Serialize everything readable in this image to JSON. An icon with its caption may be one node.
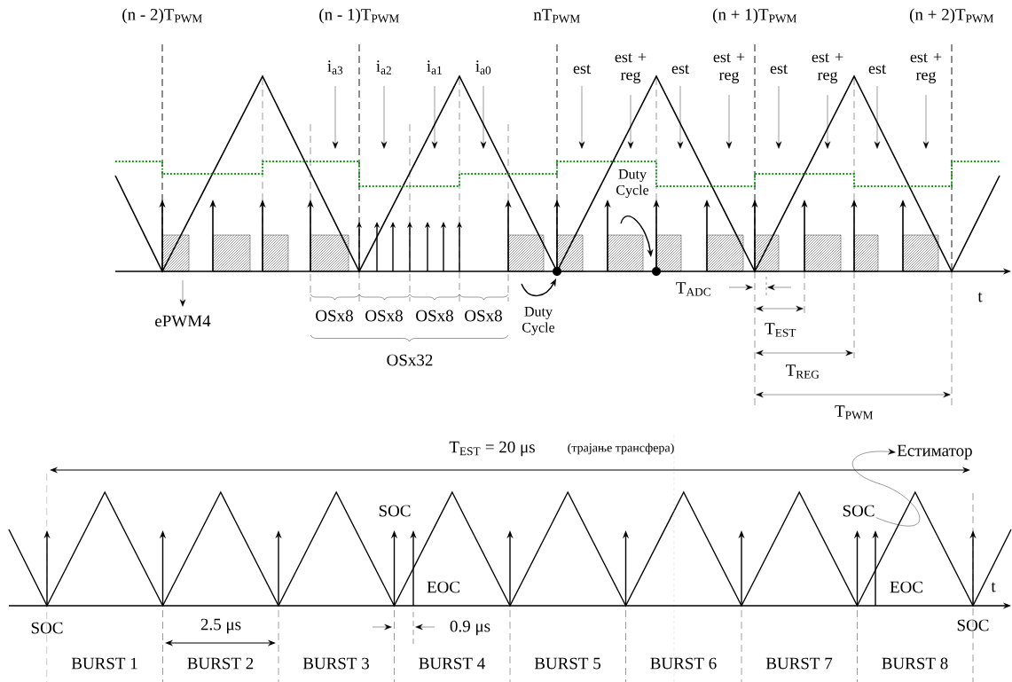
{
  "diagram": {
    "nodes": [
      {
        "text": [
          "Естиматор"
        ]
      },
      {
        "text": [
          "SOC"
        ]
      }
    ],
    "edges": [
      {
        "from": 1,
        "to": 0,
        "arrow": "to"
      }
    ],
    "labels": [
      "(n - 2)T$_{PWM}$",
      "(n - 1)T$_{PWM}$",
      "nT$_{PWM}$",
      "(n + 1)T$_{PWM}$",
      "(n + 2)T$_{PWM}$",
      "i$_{a3}$",
      "i$_{a2}$",
      "i$_{a1}$",
      "i$_{a0}$",
      "est",
      "est + reg",
      "est",
      "est + reg",
      "est",
      "est + reg",
      "est",
      "est + reg",
      "Duty Cycle",
      "ePWM4",
      "OSx8",
      "OSx8",
      "OSx8",
      "OSx8",
      "OSx32",
      "Duty Cycle",
      "T$_{ADC}$",
      "t",
      "T$_{EST}$",
      "T$_{REG}$",
      "T$_{PWM}$",
      "T$_{EST}$ = 20 μs",
      "(трајање трансфера)",
      "SOC",
      "EOC",
      "EOC",
      "t",
      "SOC",
      "2.5 μs",
      "0.9 μs",
      "SOC",
      "BURST 1",
      "BURST 2",
      "BURST 3",
      "BURST 4",
      "BURST 5",
      "BURST 6",
      "BURST 7",
      "BURST 8"
    ]
  }
}
